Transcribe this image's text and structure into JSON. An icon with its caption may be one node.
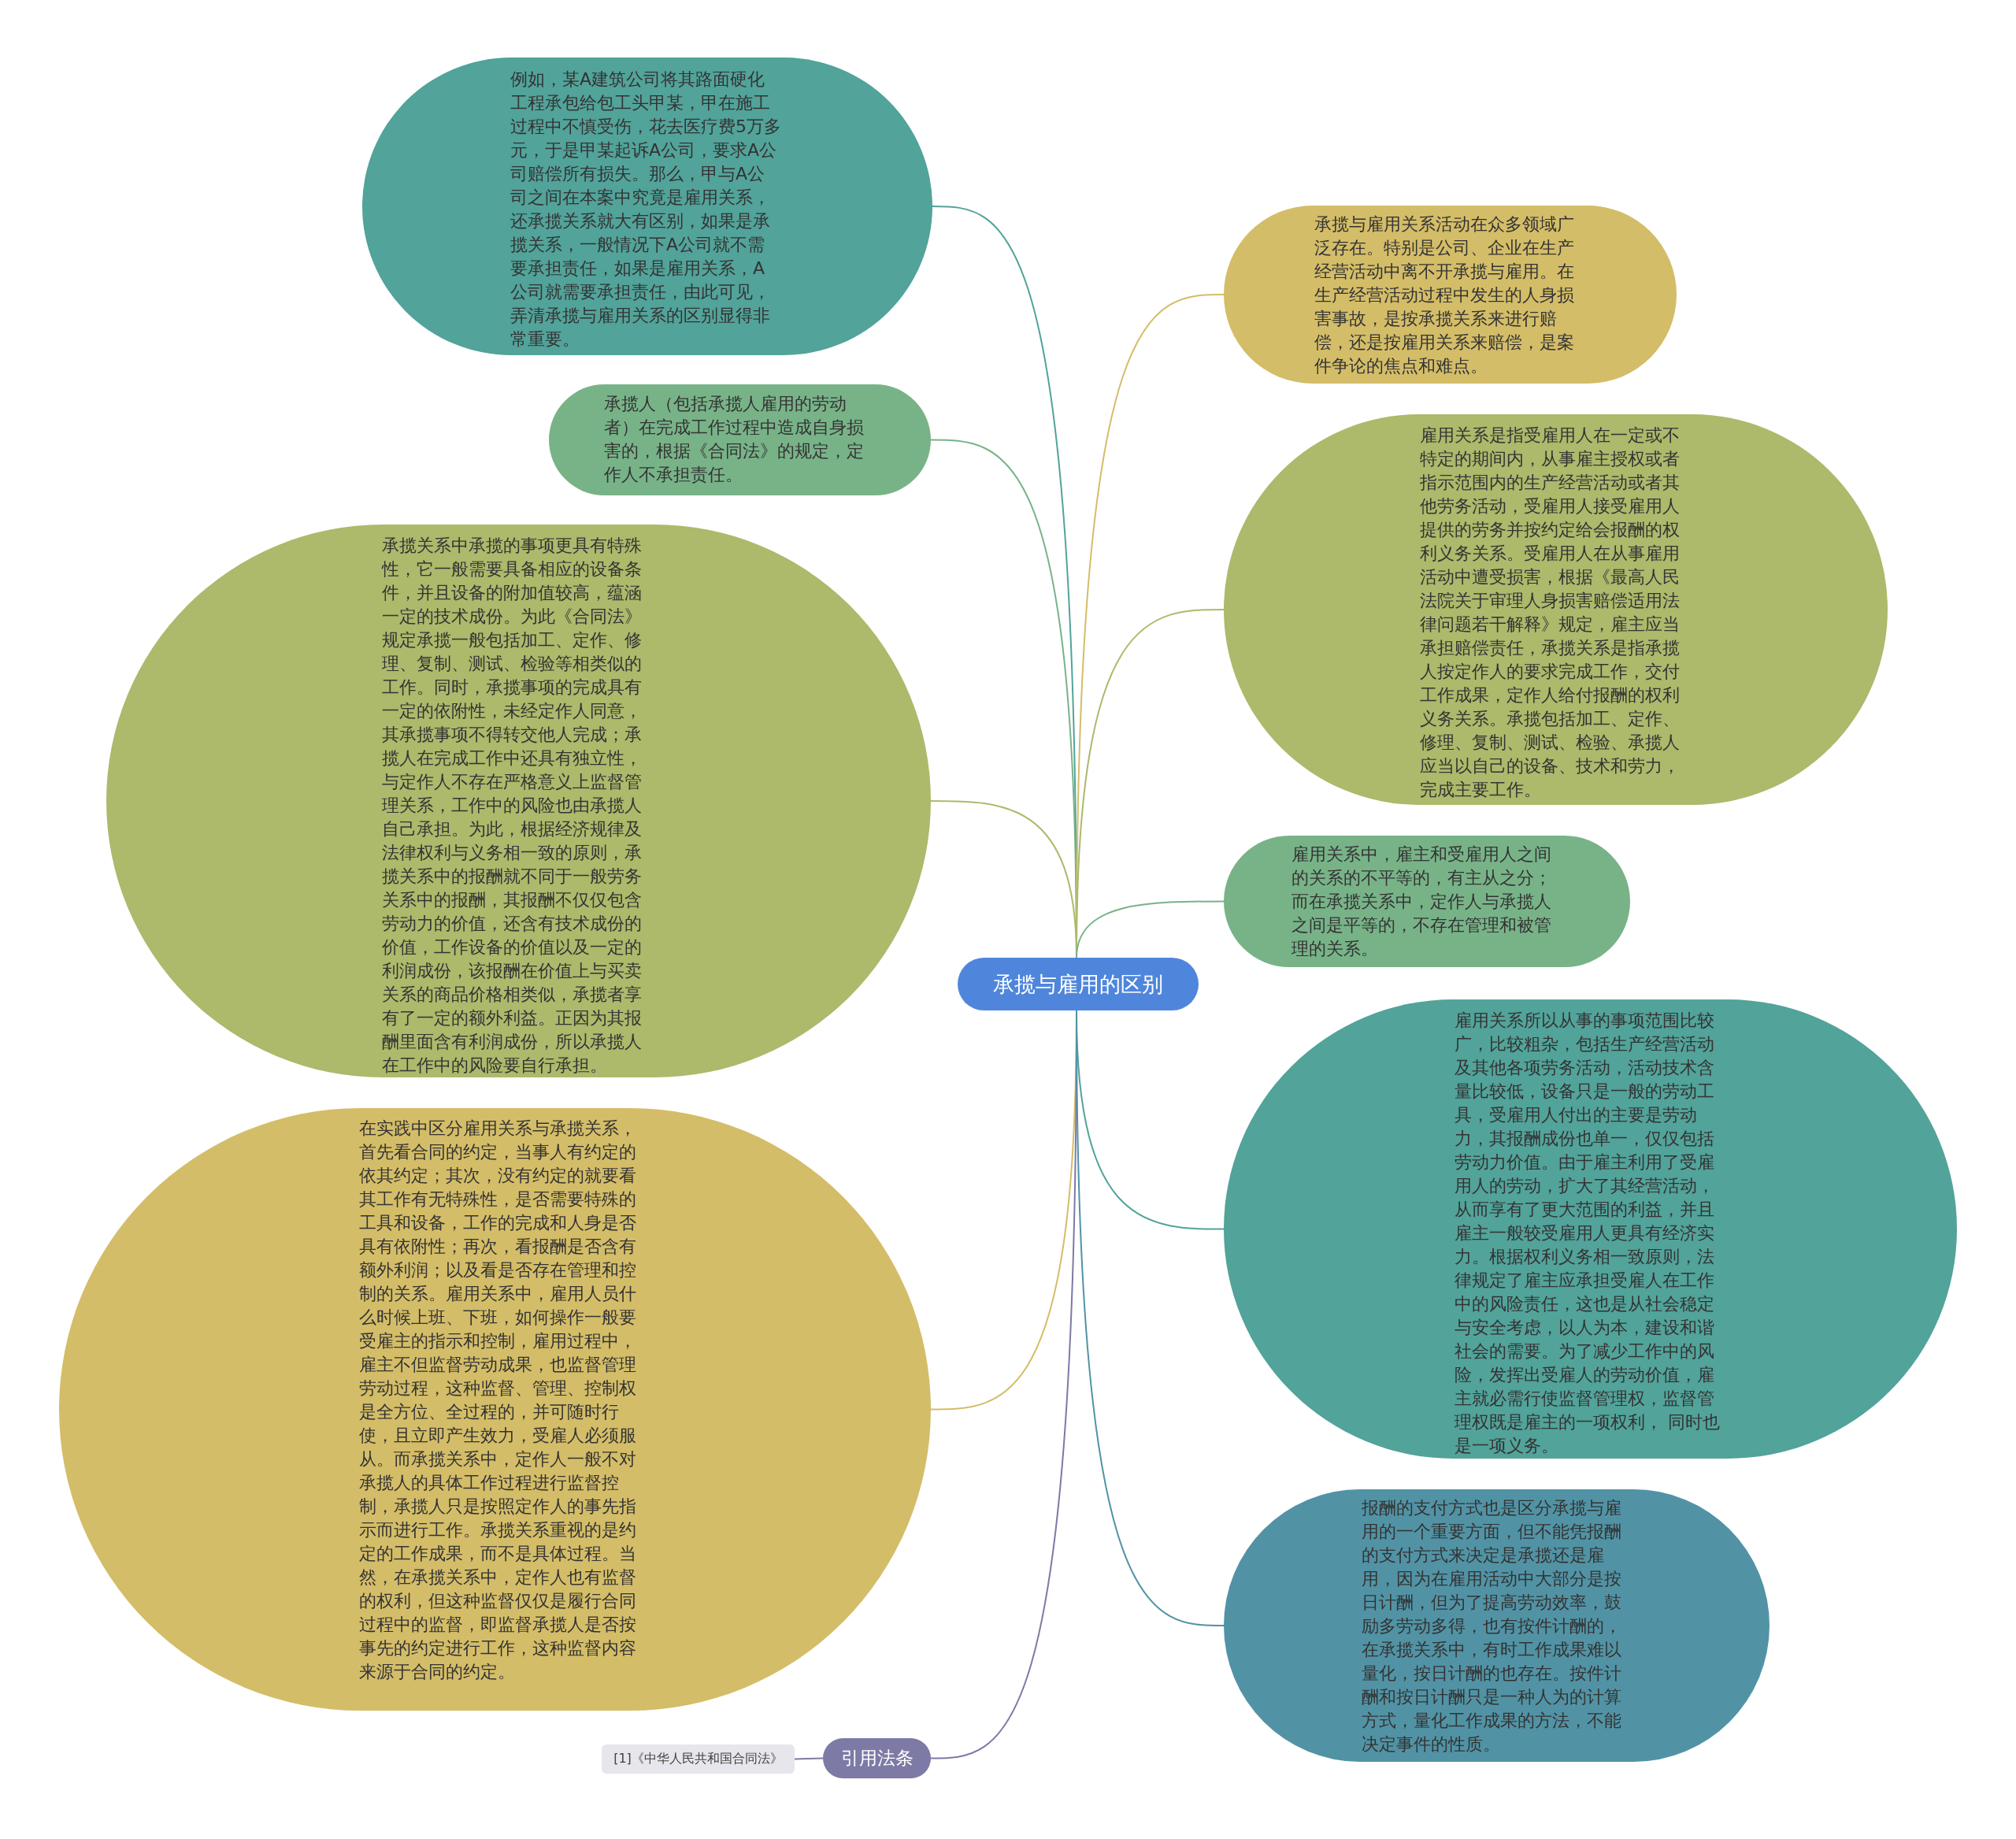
{
  "diagram": {
    "nodes": [
      {
        "text": [
          "承揽与雇用的区别"
        ]
      },
      {
        "text": [
          "例如，某A建筑公司将其路面硬化工程承包给包工头甲某，甲在施工过程中不慎受伤，花去医疗费5万多元，于是甲某起诉A公司，要求A公司赔偿所有损失。那么，甲与A公司之间在本案中究竟是雇用关系，还承揽关系就大有区别，如果是承揽关系，一般情况下A公司就不需要承担责任，如果是雇用关系，A公司就需要承担责任，由此可见，弄清承揽与雇用关系的区别显得非常重要。"
        ]
      },
      {
        "text": [
          "承揽人（包括承揽人雇用的劳动者）在完成工作过程中造成自身损害的，根据《合同法》的规定，定作人不承担责任。"
        ]
      },
      {
        "text": [
          "承揽关系中承揽的事项更具有特殊性，它一般需要具备相应的设备条件，并且设备的附加值较高，蕴涵一定的技术成份。为此《合同法》规定承揽一般包括加工、定作、修理、复制、测试、检验等相类似的工作。同时，承揽事项的完成具有一定的依附性，未经定作人同意，其承揽事项不得转交他人完成；承揽人在完成工作中还具有独立性，与定作人不存在严格意义上监督管理关系，工作中的风险也由承揽人自己承担。为此，根据经济规律及法律权利与义务相一致的原则，承揽关系中的报酬就不同于一般劳务关系中的报酬，其报酬不仅仅包含劳动力的价值，还含有技术成份的价值，工作设备的价值以及一定的利润成份，该报酬在价值上与买卖关系的商品价格相类似，承揽者享有了一定的额外利益。正因为其报酬里面含有利润成份，所以承揽人在工作中的风险要自行承担。"
        ]
      },
      {
        "text": [
          "在实践中区分雇用关系与承揽关系，首先看合同的约定，当事人有约定的依其约定；其次，没有约定的就要看其工作有无特殊性，是否需要特殊的工具和设备，工作的完成和人身是否具有依附性；再次，看报酬是否含有额外利润；以及看是否存在管理和控制的关系。雇用关系中，雇用人员什么时候上班、下班，如何操作一般要受雇主的指示和控制，雇用过程中，雇主不但监督劳动成果，也监督管理劳动过程，这种监督、管理、控制权是全方位、全过程的，并可随时行使，且立即产生效力，受雇人必须服从。而承揽关系中，定作人一般不对承揽人的具体工作过程进行监督控制，承揽人只是按照定作人的事先指示而进行工作。承揽关系重视的是约定的工作成果，而不是具体过程。当然，在承揽关系中，定作人也有监督的权利，但这种监督仅仅是履行合同过程中的监督，即监督承揽人是否按事先的约定进行工作，这种监督内容来源于合同的约定。"
        ]
      },
      {
        "text": [
          "引用法条"
        ]
      },
      {
        "text": [
          "[1]《中华人民共和国合同法》"
        ]
      },
      {
        "text": [
          "承揽与雇用关系活动在众多领域广泛存在。特别是公司、企业在生产经营活动中离不开承揽与雇用。在生产经营活动过程中发生的人身损害事故，是按承揽关系来进行赔偿，还是按雇用关系来赔偿，是案件争论的焦点和难点。"
        ]
      },
      {
        "text": [
          "雇用关系是指受雇用人在一定或不特定的期间内，从事雇主授权或者指示范围内的生产经营活动或者其他劳务活动，受雇用人接受雇用人提供的劳务并按约定给会报酬的权利义务关系。受雇用人在从事雇用活动中遭受损害，根据《最高人民法院关于审理人身损害赔偿适用法律问题若干解释》规定，雇主应当承担赔偿责任，承揽关系是指承揽人按定作人的要求完成工作，交付工作成果，定作人给付报酬的权利义务关系。承揽包括加工、定作、修理、复制、测试、检验、承揽人应当以自己的设备、技术和劳力，完成主要工作。"
        ]
      },
      {
        "text": [
          "雇用关系中，雇主和受雇用人之间的关系的不平等的，有主从之分；而在承揽关系中，定作人与承揽人之间是平等的，不存在管理和被管理的关系。"
        ]
      },
      {
        "text": [
          "雇用关系所以从事的事项范围比较广，比较粗杂，包括生产经营活动及其他各项劳务活动，活动技术含量比较低，设备只是一般的劳动工具，受雇用人付出的主要是劳动力，其报酬成份也单一，仅仅包括劳动力价值。由于雇主利用了受雇用人的劳动，扩大了其经营活动，从而享有了更大范围的利益，并且雇主一般较受雇用人更具有经济实力。根据权利义务相一致原则，法律规定了雇主应承担受雇人在工作中的风险责任，这也是从社会稳定与安全考虑，以人为本，建设和谐社会的需要。为了减少工作中的风险，发挥出受雇人的劳动价值，雇主就必需行使监督管理权，监督管理权既是雇主的一项权利， 同时也是一项义务。"
        ]
      },
      {
        "text": [
          "报酬的支付方式也是区分承揽与雇用的一个重要方面，但不能凭报酬的支付方式来决定是承揽还是雇用，因为在雇用活动中大部分是按日计酬，但为了提高劳动效率，鼓励多劳动多得，也有按件计酬的，在承揽关系中，有时工作成果难以量化，按日计酬的也存在。按件计酬和按日计酬只是一种人为的计算方式，量化工作成果的方法，不能决定事件的性质。"
        ]
      }
    ],
    "edges": [
      {
        "from": 0,
        "to": 1,
        "arrow": "none",
        "color": "#52a39a"
      },
      {
        "from": 0,
        "to": 2,
        "arrow": "none",
        "color": "#78b388"
      },
      {
        "from": 0,
        "to": 3,
        "arrow": "none",
        "color": "#adb96b"
      },
      {
        "from": 0,
        "to": 4,
        "arrow": "none",
        "color": "#d4bd68"
      },
      {
        "from": 0,
        "to": 5,
        "arrow": "none",
        "color": "#7d7aa6"
      },
      {
        "from": 5,
        "to": 6,
        "arrow": "none",
        "color": "#7d7aa6"
      },
      {
        "from": 0,
        "to": 7,
        "arrow": "none",
        "color": "#d4bd68"
      },
      {
        "from": 0,
        "to": 8,
        "arrow": "none",
        "color": "#adb96b"
      },
      {
        "from": 0,
        "to": 9,
        "arrow": "none",
        "color": "#78b388"
      },
      {
        "from": 0,
        "to": 10,
        "arrow": "none",
        "color": "#52a39a"
      },
      {
        "from": 0,
        "to": 11,
        "arrow": "none",
        "color": "#5193a5"
      }
    ]
  }
}
